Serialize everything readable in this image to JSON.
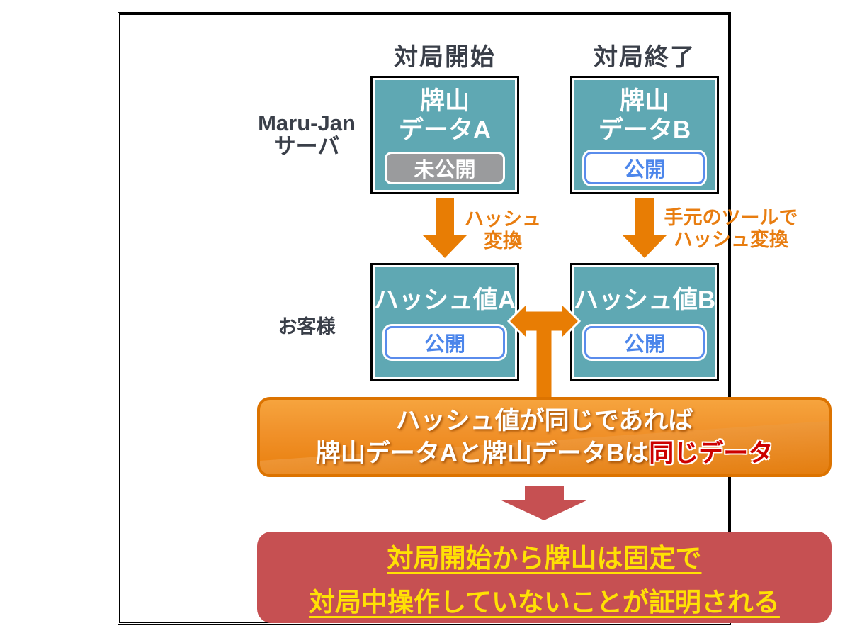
{
  "colors": {
    "teal_box": "#5FA8B3",
    "box_border": "#000000",
    "orange": "#E87D04",
    "orange_label": "#E87D10",
    "orange_banner_border": "#DC7300",
    "orange_banner_top": "#F6A43E",
    "orange_banner_bottom": "#E97F0C",
    "red": "#C65052",
    "yellow_text": "#FFE104",
    "blue_badge": "#5A8CEC",
    "gray_badge": "#9A9B9D",
    "charcoal_text": "#3A3F49",
    "highlight_red": "#CC0000"
  },
  "headers": {
    "start": "対局開始",
    "end": "対局終了"
  },
  "row_labels": {
    "server_line1": "Maru-Jan",
    "server_line2": "サーバ",
    "customer": "お客様"
  },
  "boxes": {
    "data_a": {
      "title_line1": "牌山",
      "title_line2": "データA",
      "badge": "未公開"
    },
    "data_b": {
      "title_line1": "牌山",
      "title_line2": "データB",
      "badge": "公開"
    },
    "hash_a": {
      "title": "ハッシュ値A",
      "badge": "公開"
    },
    "hash_b": {
      "title": "ハッシュ値B",
      "badge": "公開"
    }
  },
  "arrow_labels": {
    "left_line1": "ハッシュ",
    "left_line2": "変換",
    "right_line1": "手元のツールで",
    "right_line2": "ハッシュ変換"
  },
  "orange_banner": {
    "line1": "ハッシュ値が同じであれば",
    "line2_prefix": "牌山データAと牌山データBは",
    "line2_highlight": "同じデータ"
  },
  "red_banner": {
    "line1": "対局開始から牌山は固定で",
    "line2": "対局中操作していないことが証明される"
  }
}
